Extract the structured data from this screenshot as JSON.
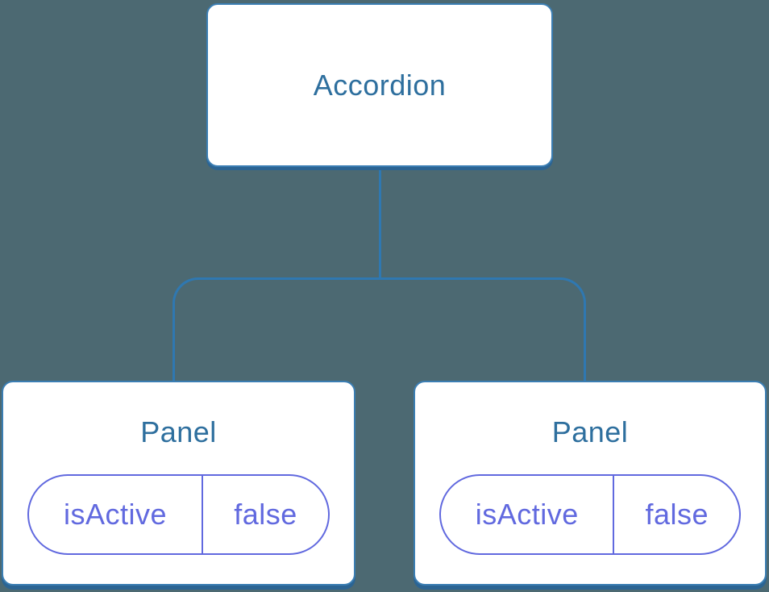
{
  "colors": {
    "background": "#4C6972",
    "connector": "#2F78B1",
    "box_border": "#3B7EB3",
    "box_shadow": "#2B6493",
    "box_fill": "#FFFFFF",
    "node_text": "#2E6F9E",
    "state_purple": "#6169DF"
  },
  "tree": {
    "root": {
      "label": "Accordion"
    },
    "children": [
      {
        "label": "Panel",
        "state": {
          "key": "isActive",
          "value": "false"
        }
      },
      {
        "label": "Panel",
        "state": {
          "key": "isActive",
          "value": "false"
        }
      }
    ]
  }
}
